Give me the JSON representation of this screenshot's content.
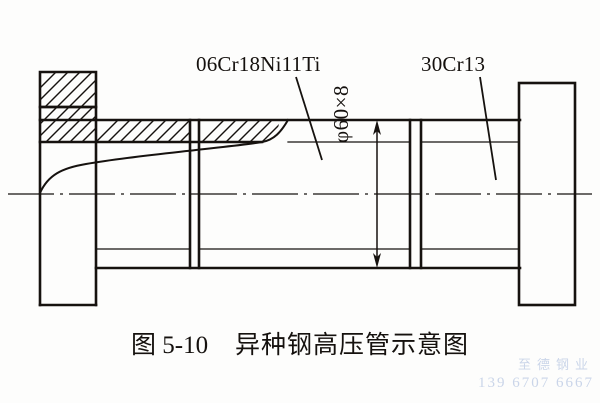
{
  "figure": {
    "caption_number": "图 5-10",
    "caption_title": "异种钢高压管示意图",
    "type": "engineering-cross-section-drawing",
    "subject": "异种钢高压管 (dissimilar steel high-pressure pipe)"
  },
  "labels": {
    "left_material": "06Cr18Ni11Ti",
    "right_material": "30Cr13",
    "dimension": "φ60×8"
  },
  "watermark": {
    "company": "至德钢业",
    "phone": "139 6707 6667",
    "color": "#c2cfe6"
  },
  "drawing": {
    "line_color": "#16120f",
    "background": "#fdfdfc",
    "components": [
      {
        "name": "left-flange",
        "description": "左端法兰 (hatched section)"
      },
      {
        "name": "pipe-body",
        "description": "管体 φ60×8"
      },
      {
        "name": "weld-seam-left",
        "description": "左侧焊缝"
      },
      {
        "name": "weld-seam-right",
        "description": "右侧焊缝"
      },
      {
        "name": "right-flange",
        "description": "右端法兰"
      },
      {
        "name": "center-axis",
        "description": "中心线"
      }
    ]
  }
}
